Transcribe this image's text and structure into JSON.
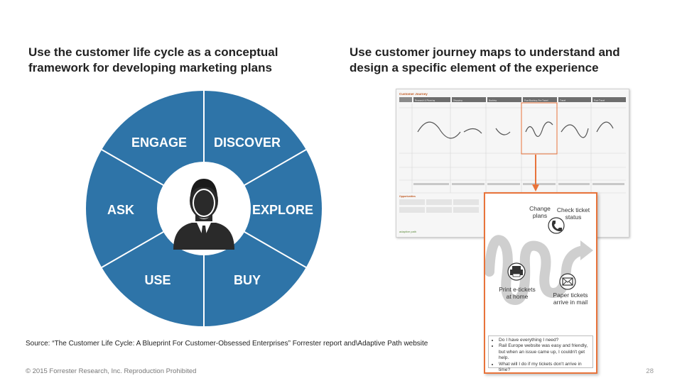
{
  "left_heading": "Use the customer life cycle as a conceptual framework for developing marketing plans",
  "right_heading": "Use customer journey maps to understand and design a specific element of the experience",
  "colors": {
    "wheel_fill": "#2e74a8",
    "accent_orange": "#e8733a",
    "person_dark": "#2a2a2a"
  },
  "wheel": {
    "segments": [
      "ENGAGE",
      "DISCOVER",
      "EXPLORE",
      "BUY",
      "USE",
      "ASK"
    ],
    "center_icon": "person-with-tie-icon"
  },
  "journey_map": {
    "title": "Customer Journey",
    "stages": [
      "Research & Planning",
      "Shopping",
      "Booking",
      "Post-Booking, Pre-Travel",
      "Travel",
      "Post-Travel"
    ],
    "opportunities_title": "Opportunities",
    "logo_text": "adaptive path"
  },
  "zoom_detail": {
    "labels": {
      "change_plans": "Change plans",
      "check_status": "Check ticket status",
      "print_tickets": "Print e-tickets at home",
      "paper_tickets": "Paper tickets arrive in mail"
    },
    "icons": [
      "phone-icon",
      "printer-icon",
      "envelope-icon"
    ],
    "notes": [
      "Do I have everything I need?",
      "Rail Europe website was easy and friendly, but when an issue came up, I couldn't get help.",
      "What will I do if my tickets don't arrive in time?"
    ]
  },
  "source_note": "Source: “The Customer Life Cycle: A Blueprint For Customer-Obsessed Enterprises” Forrester report and\\Adaptive Path website",
  "copyright": "© 2015 Forrester Research, Inc. Reproduction Prohibited",
  "page_number": "28"
}
